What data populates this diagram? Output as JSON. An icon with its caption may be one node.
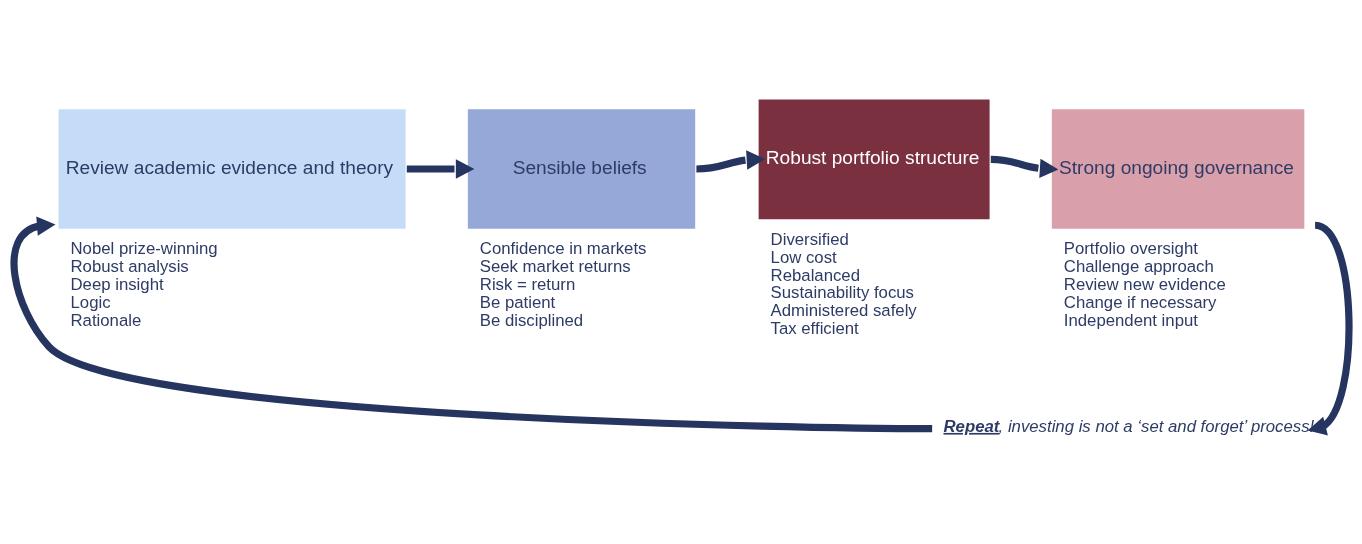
{
  "diagram": {
    "nodes": [
      {
        "text": [
          "Review academic evidence and theory"
        ],
        "beside": [
          "Nobel prize-winning",
          "Robust analysis",
          "Deep insight",
          "Logic",
          "Rationale"
        ]
      },
      {
        "text": [
          "Sensible beliefs"
        ],
        "beside": [
          "Confidence in markets",
          "Seek market returns",
          "Risk = return",
          "Be patient",
          "Be disciplined"
        ]
      },
      {
        "text": [
          "Robust portfolio structure"
        ],
        "beside": [
          "Diversified",
          "Low cost",
          "Rebalanced",
          "Sustainability focus",
          "Administered safely",
          "Tax efficient"
        ]
      },
      {
        "text": [
          "Strong ongoing governance"
        ],
        "beside": [
          "Portfolio oversight",
          "Challenge approach",
          "Review new evidence",
          "Change if necessary",
          "Independent input"
        ]
      },
      {
        "text": [
          "**Repeat**, investing is not a ‘set and forget’ process!"
        ]
      }
    ],
    "edges": [
      {
        "from": 0,
        "to": 1,
        "arrow": "to"
      },
      {
        "from": 1,
        "to": 2,
        "arrow": "to"
      },
      {
        "from": 2,
        "to": 3,
        "arrow": "to"
      },
      {
        "from": 3,
        "to": 4,
        "arrow": "to"
      },
      {
        "from": 4,
        "to": 0,
        "arrow": "to"
      }
    ]
  }
}
